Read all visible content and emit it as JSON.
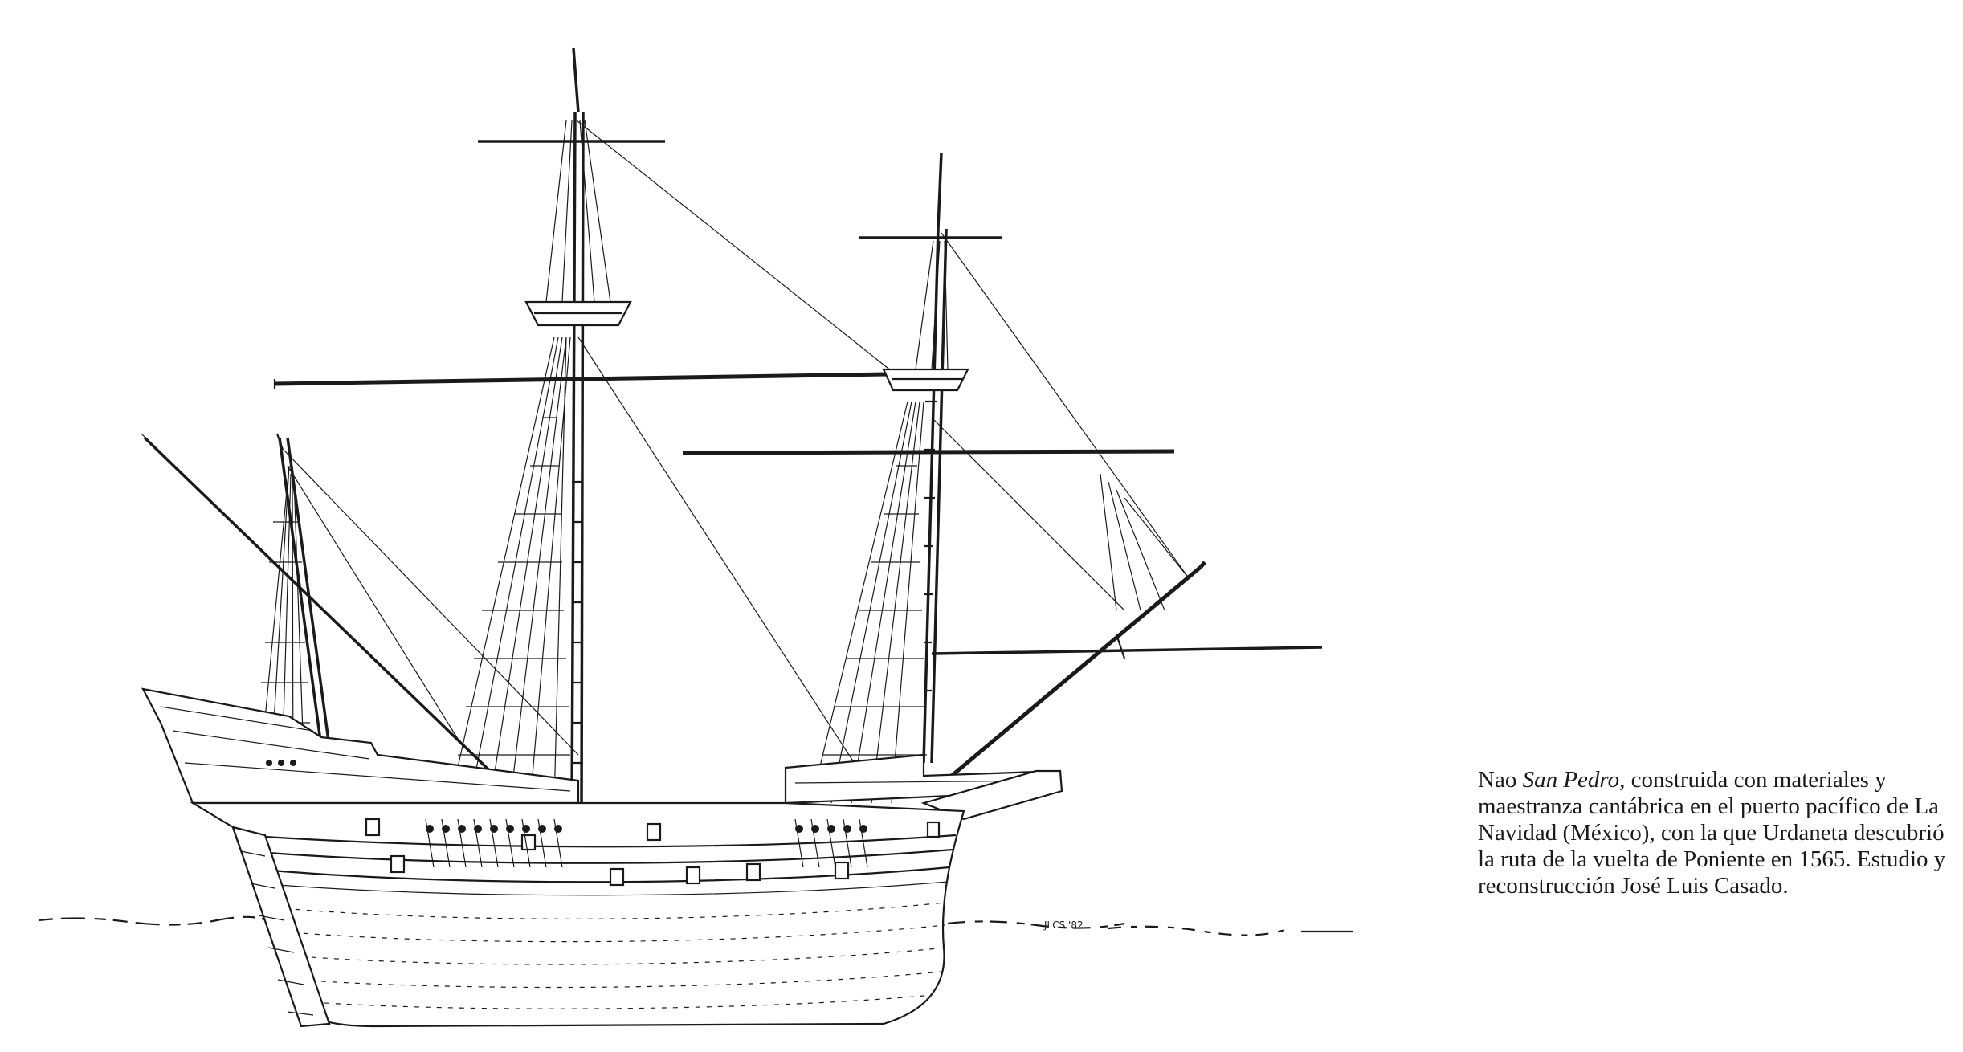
{
  "caption": {
    "prefix": "Nao ",
    "ship_name": "San Pedro",
    "text": ", construida con materiales y maestranza cantábrica en el puerto pacífico de La Navidad (México), con la que Urdaneta descubrió la ruta de la vuelta de Poniente en 1565. Estudio y reconstrucción José Luis Casado."
  },
  "illustration": {
    "subject": "ship-line-drawing",
    "signature_mark": "JLCS '82"
  },
  "colors": {
    "ink": "#1a1a1a",
    "paper": "#ffffff"
  }
}
